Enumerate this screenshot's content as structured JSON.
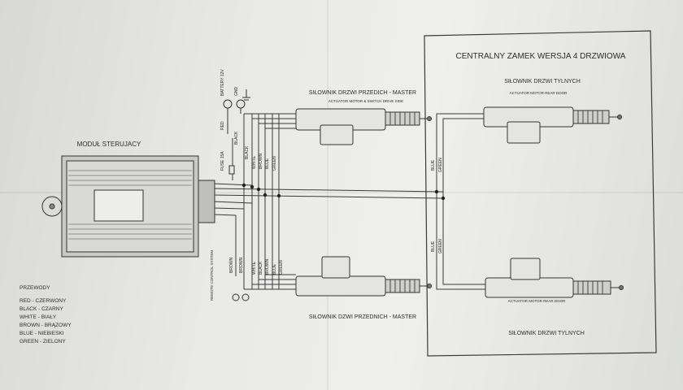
{
  "rear_panel": {
    "title": "CENTRALNY ZAMEK WERSJA 4 DRZWIOWA",
    "top_actuator_pl": "SIŁOWNIK DRZWI TYLNYCH",
    "top_actuator_en": "ACTUATOR MOTOR REAR DOOR",
    "bottom_actuator_en": "ACTUATOR MOTOR REAR DOOR",
    "bottom_actuator_pl": "SIŁOWNIK DRZWI TYLNYCH",
    "top_wires": [
      "BLUE",
      "GREEN"
    ],
    "bottom_wires": [
      "BLUE",
      "GREEN"
    ]
  },
  "front_top": {
    "label_pl": "SIŁOWNIK DRZWI PRZEDICH - MASTER",
    "label_en": "ACTUATOR MOTOR & SWITCH DRIVE SIDE",
    "wires": [
      "BLACK",
      "WHITE",
      "BROWN",
      "BLUE",
      "GREEN"
    ]
  },
  "front_bottom": {
    "label_pl": "SIŁOWNIK DZWI PRZEDNICH - MASTER",
    "wires": [
      "WHITE",
      "BLACK",
      "BROWN",
      "BLUE",
      "GREEN"
    ]
  },
  "module": {
    "label": "MODUŁ STERUJACY"
  },
  "power": {
    "battery": "BATTERY 12V",
    "gnd": "GND",
    "red": "RED",
    "black": "BLACK",
    "fuse": "FUSE 15A"
  },
  "remote": {
    "label": "REMOTE CONTROL SYSTEM",
    "wire_a": "BROWN",
    "wire_b": "BROWN"
  },
  "legend": {
    "title": "PRZEWODY",
    "items": [
      "RED - CZERWONY",
      "BLACK - CZARNY",
      "WHITE - BIAŁY",
      "BROWN - BRĄZOWY",
      "BLUE - NIEBIESKI",
      "GREEN - ZIELONY"
    ]
  }
}
